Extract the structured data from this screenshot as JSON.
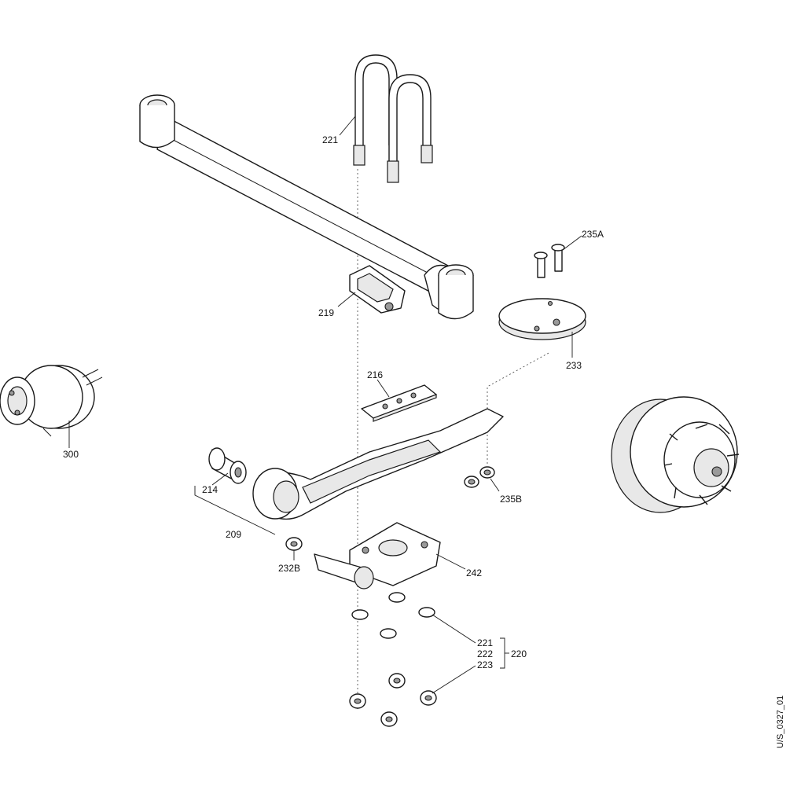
{
  "drawing_id": "U/S_0327_01",
  "callouts": {
    "p221_top": "221",
    "p235A": "235A",
    "p219": "219",
    "p233": "233",
    "p216": "216",
    "p300": "300",
    "p214": "214",
    "p209": "209",
    "p235B": "235B",
    "p232B": "232B",
    "p242": "242",
    "p221_kit": "221",
    "p222": "222",
    "p223": "223",
    "p220": "220"
  }
}
